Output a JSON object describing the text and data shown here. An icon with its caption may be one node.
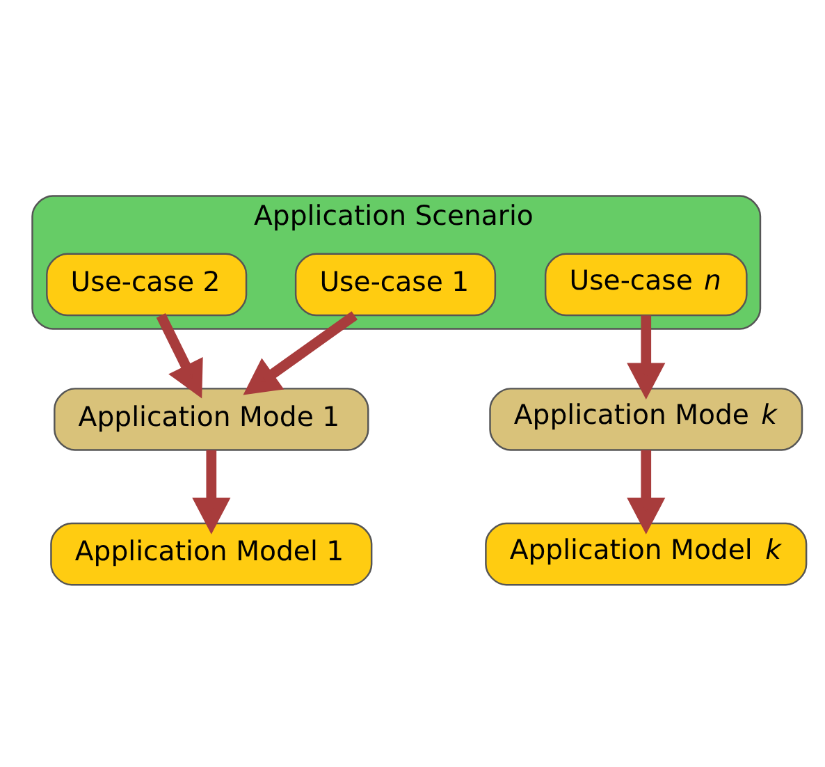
{
  "diagram": {
    "nodes": [
      {
        "text": [
          "Application Scenario"
        ]
      },
      {
        "text": [
          "Use-case 1"
        ],
        "in": 0
      },
      {
        "text": [
          "Use-case 2"
        ],
        "in": 0
      },
      {
        "text": [
          "Use-case *n*"
        ],
        "in": 0
      },
      {
        "text": [
          "Application Mode 1"
        ]
      },
      {
        "text": [
          "Application Mode *k*"
        ]
      },
      {
        "text": [
          "Application Model 1"
        ]
      },
      {
        "text": [
          "Application Model *k*"
        ]
      }
    ],
    "edges": [
      {
        "from": 1,
        "to": 4,
        "arrow": "to"
      },
      {
        "from": 2,
        "to": 4,
        "arrow": "to"
      },
      {
        "from": 3,
        "to": 5,
        "arrow": "to"
      },
      {
        "from": 4,
        "to": 6,
        "arrow": "to"
      },
      {
        "from": 5,
        "to": 7,
        "arrow": "to"
      }
    ]
  }
}
